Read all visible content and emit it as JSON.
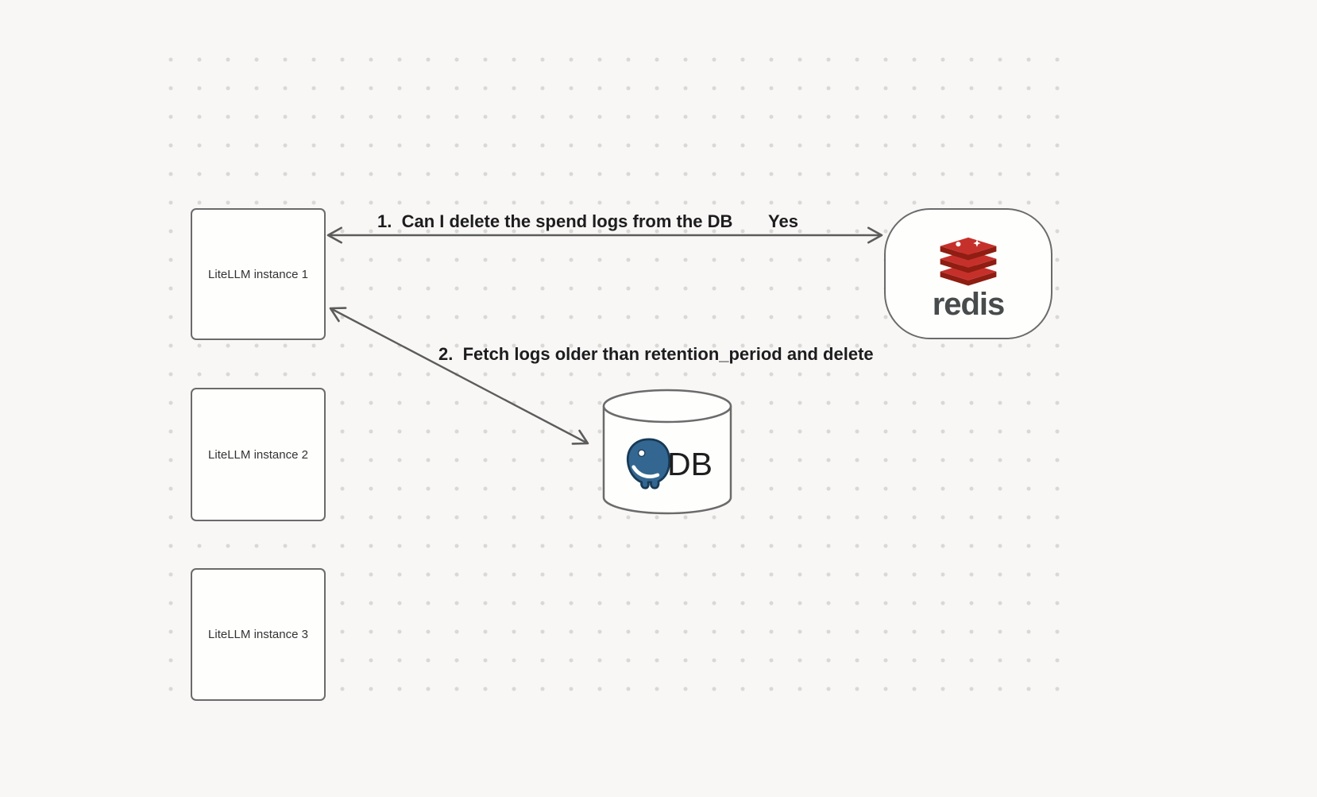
{
  "diagram": {
    "nodes": {
      "instance1": {
        "label": "LiteLLM instance 1"
      },
      "instance2": {
        "label": "LiteLLM instance 2"
      },
      "instance3": {
        "label": "LiteLLM instance 3"
      },
      "redis": {
        "wordmark": "redis"
      },
      "database": {
        "label": "DB"
      }
    },
    "edges": {
      "redis_query": {
        "label": "1.  Can I delete the spend logs from the DB",
        "answer": "Yes"
      },
      "db_fetch": {
        "label": "2.  Fetch logs older than retention_period and delete"
      }
    },
    "colors": {
      "background": "#f8f7f5",
      "grid_dot": "#d9d8d4",
      "node_border": "#6b6b6b",
      "node_fill": "#fefefd",
      "arrow": "#5c5c5c",
      "label_text": "#1d1d1f",
      "redis_red": "#c6302b",
      "redis_red_dark": "#8f1d12",
      "postgres_blue": "#336791"
    }
  }
}
